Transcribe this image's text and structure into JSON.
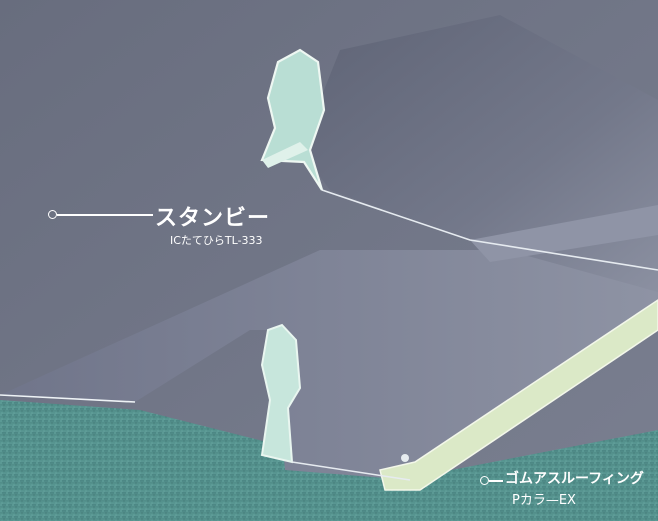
{
  "callouts": {
    "roof_panel": {
      "name": "スタンビー",
      "model": "ICたてひらTL-333"
    },
    "sealant": {
      "name": "ゴムアスルーフィング",
      "model": "Pカラ—EX"
    }
  },
  "colors": {
    "panel": "#6c7183",
    "panel_light": "#8a90a2",
    "floor": "#4f8a86",
    "seam": "#bfe0d5",
    "strip": "#d9e8c6"
  }
}
